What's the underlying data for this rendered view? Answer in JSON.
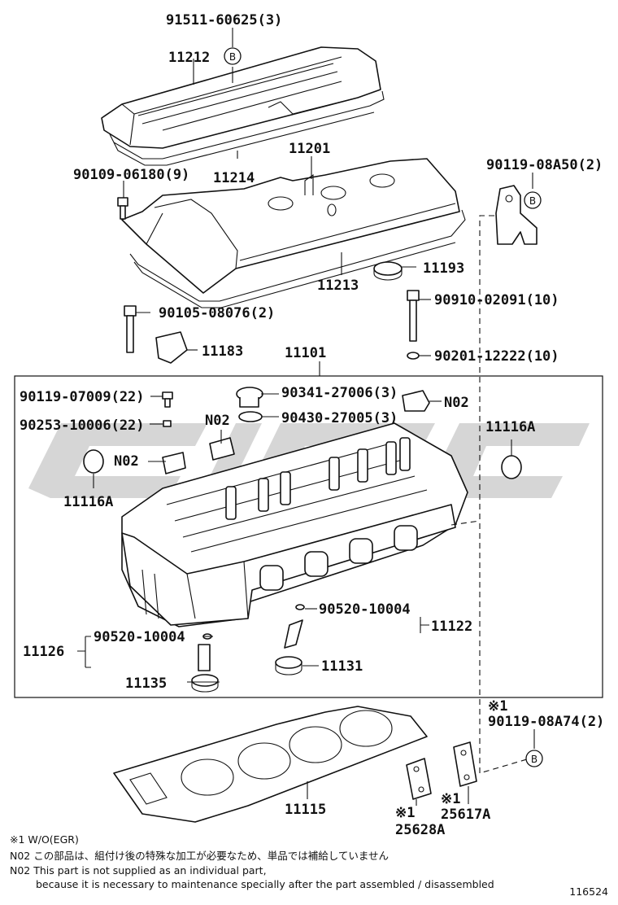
{
  "labels": {
    "p91511": "91511-60625(3)",
    "p11212": "11212",
    "p11214": "11214",
    "p11201": "11201",
    "p90109": "90109-06180(9)",
    "p90119a": "90119-08A50(2)",
    "p11213": "11213",
    "p11193": "11193",
    "p90910": "90910-02091(10)",
    "p90105": "90105-08076(2)",
    "p11183": "11183",
    "p90201": "90201-12222(10)",
    "p11101": "11101",
    "p90119b": "90119-07009(22)",
    "p90341": "90341-27006(3)",
    "n02a": "N02",
    "p90253": "90253-10006(22)",
    "n02b": "N02",
    "p90430": "90430-27005(3)",
    "p11116r": "11116A",
    "n02c": "N02",
    "p11116l": "11116A",
    "p90520a": "90520-10004",
    "p11122": "11122",
    "p11126": "11126",
    "p90520b": "90520-10004",
    "p11131": "11131",
    "p11135": "11135",
    "mark1": "※1",
    "p90119c": "90119-08A74(2)",
    "p11115": "11115",
    "mark2": "※1",
    "p25617": "25617A",
    "mark3": "※1",
    "p25628": "25628A",
    "b1": "B",
    "b2": "B",
    "b3": "B"
  },
  "notes": {
    "line1": "※1 W/O(EGR)",
    "line2": "N02 この部品は、組付け後の特殊な加工が必要なため、単品では補給していません",
    "line3": "N02 This part is not supplied as an individual part,",
    "line4": "because it is necessary to maintenance specially after the part assembled / disassembled"
  },
  "figure_id": "116524"
}
